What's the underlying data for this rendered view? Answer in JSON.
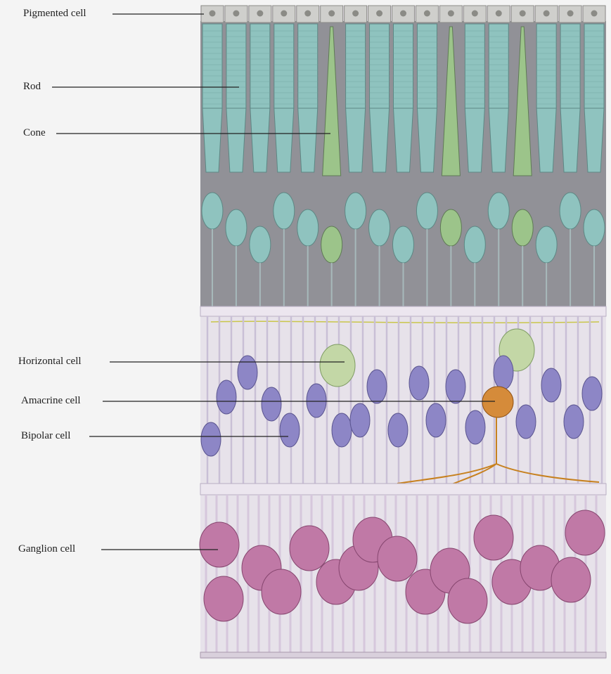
{
  "labels": {
    "pigmented": "Pigmented cell",
    "rod": "Rod",
    "cone": "Cone",
    "horizontal": "Horizontal cell",
    "amacrine": "Amacrine cell",
    "bipolar": "Bipolar cell",
    "ganglion": "Ganglion cell"
  },
  "colors": {
    "background": "#f4f4f4",
    "rod": "#8fc3bf",
    "cone": "#9cc48a",
    "horizontal": "#c3d7a6",
    "amacrine": "#d58b3a",
    "bipolar": "#8d86c6",
    "ganglion": "#c079a6",
    "membrane": "#d8cfe0",
    "leader": "#222222"
  }
}
